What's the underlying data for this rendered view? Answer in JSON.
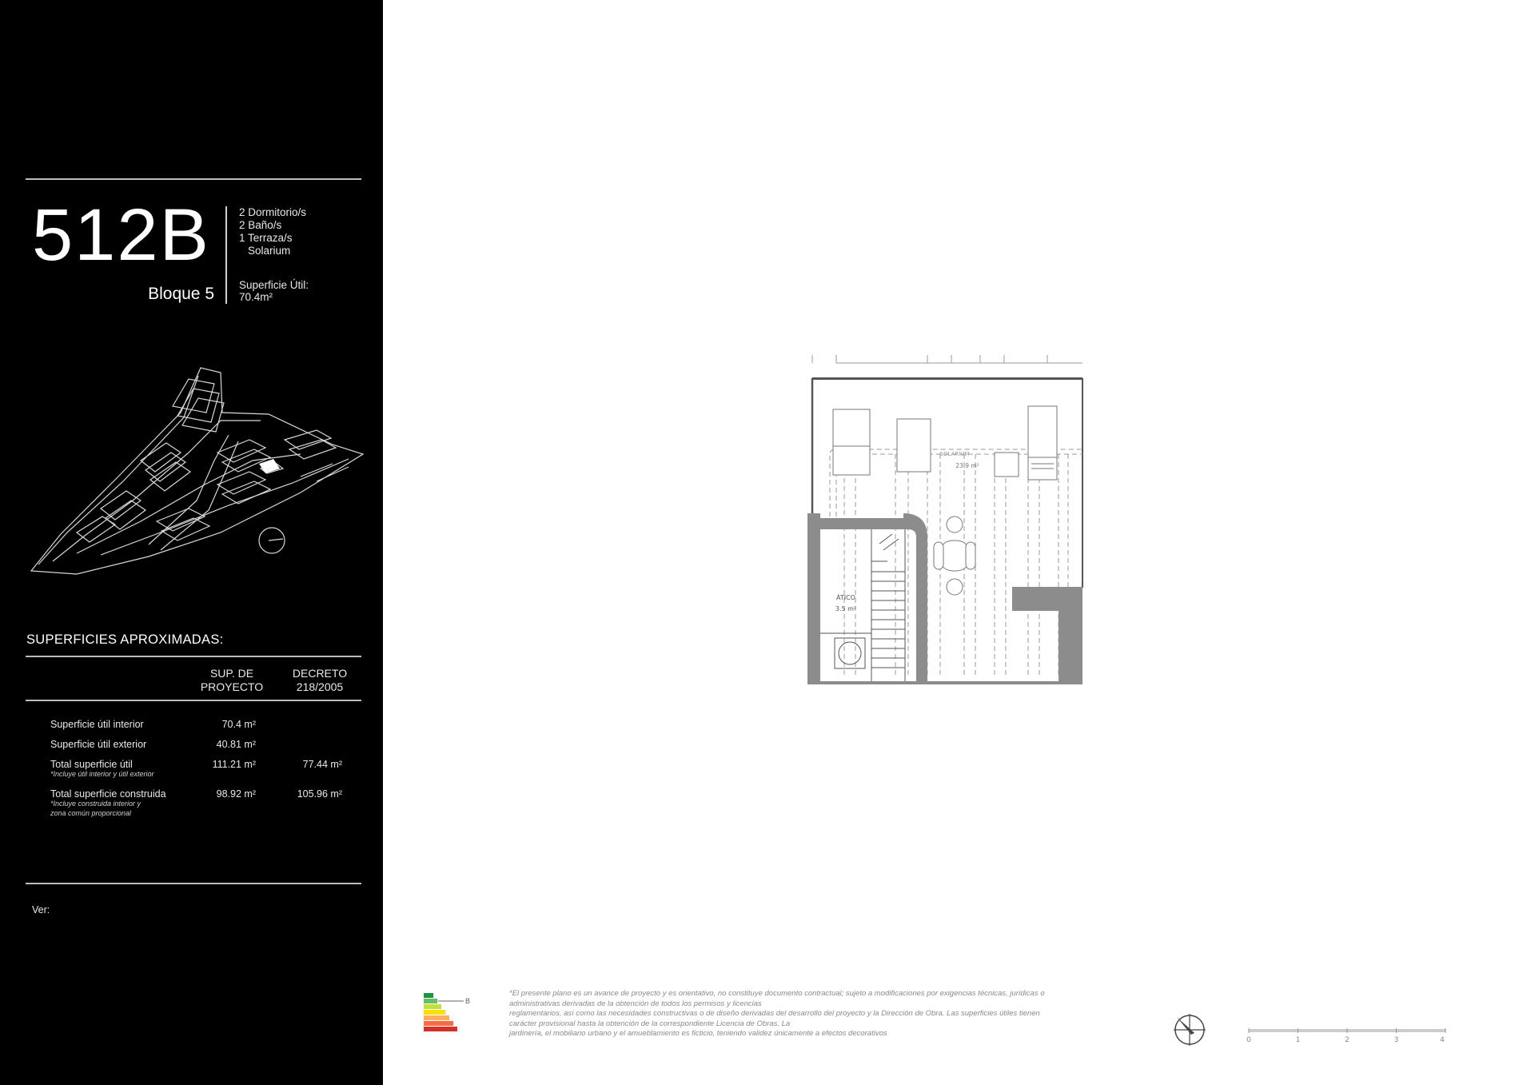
{
  "unit": {
    "number": "512B",
    "block": "Bloque 5",
    "features": [
      "2 Dormitorio/s",
      "2 Baño/s",
      "1 Terraza/s",
      "Solarium"
    ],
    "useful_area_label": "Superficie Útil:",
    "useful_area_value": "70.4m²"
  },
  "surfaces": {
    "title": "SUPERFICIES APROXIMADAS:",
    "col_project_line1": "SUP. DE",
    "col_project_line2": "PROYECTO",
    "col_decree_line1": "DECRETO",
    "col_decree_line2": "218/2005",
    "rows": [
      {
        "label": "Superficie útil interior",
        "note1": "",
        "note2": "",
        "project": "70.4 m²",
        "decree": ""
      },
      {
        "label": "Superficie útil exterior",
        "note1": "",
        "note2": "",
        "project": "40.81 m²",
        "decree": ""
      },
      {
        "label": "Total superficie útil",
        "note1": "*Incluye útil interior y útil exterior",
        "note2": "",
        "project": "111.21 m²",
        "decree": "77.44 m²"
      },
      {
        "label": "Total superficie construida",
        "note1": "*Incluye construida interior y",
        "note2": "zona común proporcional",
        "project": "98.92 m²",
        "decree": "105.96 m²"
      }
    ]
  },
  "ver_label": "Ver:",
  "floorplan": {
    "solarium_label": "SOLARIUM",
    "solarium_area": "23.9 m²",
    "attic_label": "ÁTICO",
    "attic_area": "3.5 m²"
  },
  "energy_rating": "B",
  "disclaimer": [
    "*El presente plano es un avance de proyecto y es orientativo, no constituye documento contractual; sujeto a modificaciones por exigencias técnicas, jurídicas o",
    "administrativas derivadas de la obtención de todos los permisos y licencias",
    "reglamentarios, así como las necesidades constructivas o de diseño derivadas del desarrollo del proyecto y la Dirección de Obra. Las superficies útiles tienen",
    "carácter provisional hasta la obtención de la correspondiente Licencia de Obras. La",
    "jardinería, el mobiliario urbano y el amueblamiento es ficticio, teniendo validez únicamente a efectos decorativos"
  ],
  "scale_ticks": [
    "0",
    "1",
    "2",
    "3",
    "4"
  ],
  "colors": {
    "sidebar": "#000000",
    "wall": "#8c8c8c",
    "line": "#555555",
    "energy": [
      "#1a9641",
      "#66bd63",
      "#c2e03a",
      "#fee000",
      "#fdae61",
      "#f46d43",
      "#d73027"
    ]
  }
}
